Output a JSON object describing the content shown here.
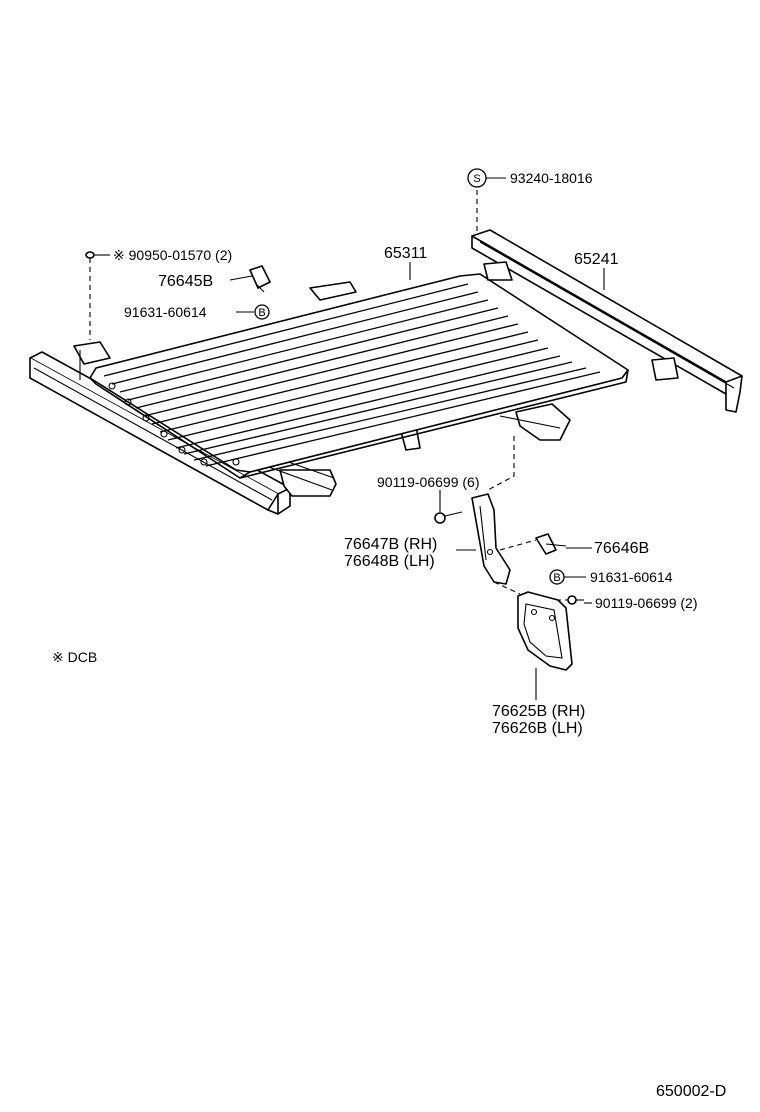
{
  "parts": {
    "p93240": "93240-18016",
    "p65241": "65241",
    "p65311": "65311",
    "p90950": "※ 90950-01570 (2)",
    "p76645": "76645B",
    "p91631_top": "91631-60614",
    "p90119_6": "90119-06699 (6)",
    "p76647": "76647B (RH)",
    "p76648": "76648B (LH)",
    "p76646": "76646B",
    "p91631_bot": "91631-60614",
    "p90119_2": "90119-06699 (2)",
    "p76625": "76625B (RH)",
    "p76626": "76626B (LH)"
  },
  "badges": {
    "s": "S",
    "b_top": "B",
    "b_bot": "B"
  },
  "note": "※ DCB",
  "diagram_code": "650002-D"
}
